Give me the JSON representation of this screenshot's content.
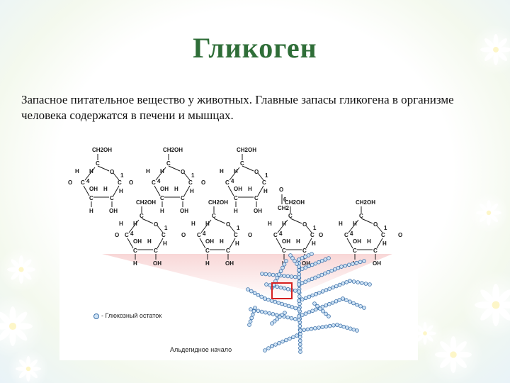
{
  "slide": {
    "title": "Гликоген",
    "text": "Запасное питательное вещество у животных. Главные запасы гликогена в организме человека содержатся в печени и мышцах."
  },
  "figure": {
    "legend": "- Глюкозный остаток",
    "caption": "Альдегидное начало",
    "atoms": {
      "ch2oh": "CH2OH",
      "ch2": "CH2",
      "h": "H",
      "c": "C",
      "o": "O",
      "oh": "OH",
      "one": "1",
      "four": "4",
      "six": "6"
    },
    "colors": {
      "bead_fill": "#cfe3f5",
      "bead_stroke": "#3a6fa8",
      "highlight": "#d62020",
      "title": "#2f6e38"
    }
  }
}
